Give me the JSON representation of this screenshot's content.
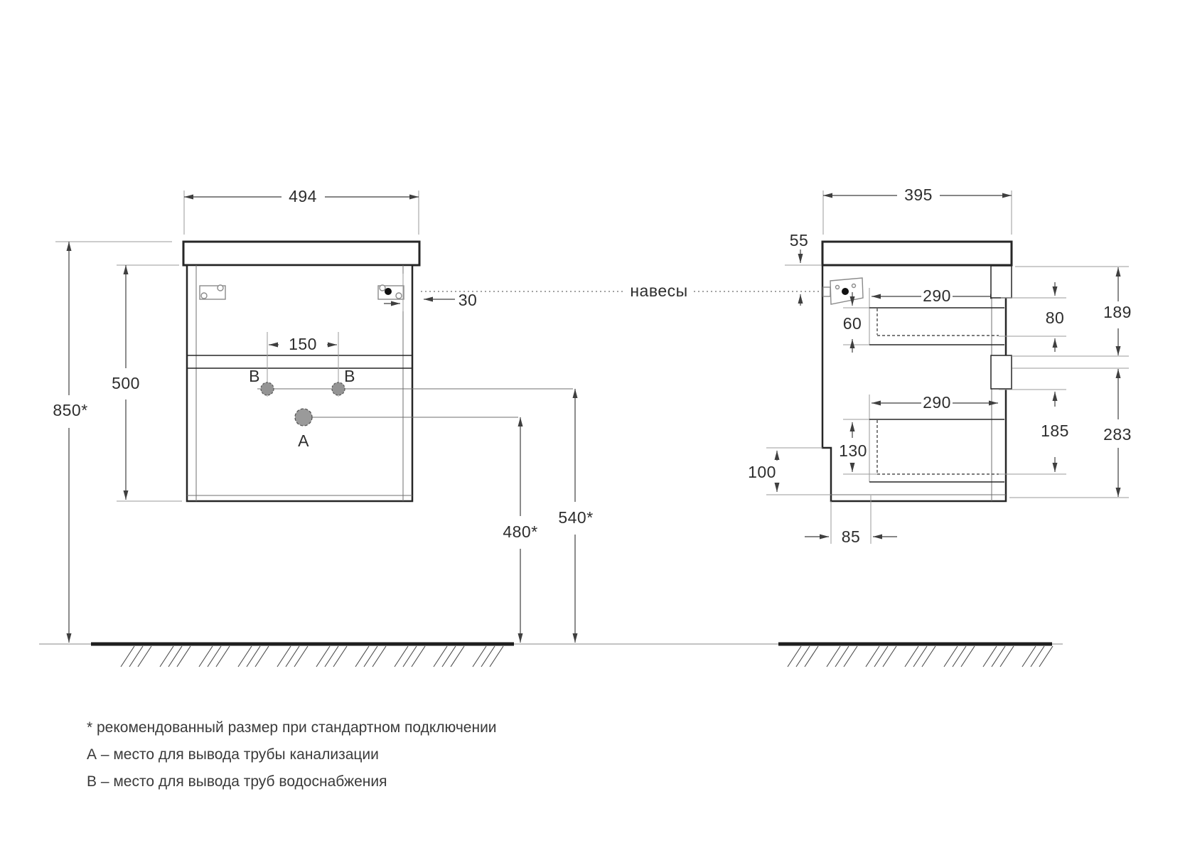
{
  "front": {
    "dim_width": "494",
    "dim_height_total": "850*",
    "dim_height_body": "500",
    "dim_hole_spacing": "150",
    "dim_hanger_offset": "30",
    "dim_drain_height": "480*",
    "dim_water_height": "540*",
    "label_hole_a": "А",
    "label_hole_b_left": "В",
    "label_hole_b_right": "В"
  },
  "side": {
    "dim_depth": "395",
    "dim_top_offset": "55",
    "dim_drawer1_depth": "290",
    "dim_drawer1_offset": "60",
    "dim_drawer1_front": "80",
    "dim_top_section": "189",
    "dim_drawer2_depth": "290",
    "dim_drawer2_height": "130",
    "dim_drawer2_front": "185",
    "dim_bottom_section": "283",
    "dim_recess_height": "100",
    "dim_recess_width": "85"
  },
  "callout": {
    "hangers": "навесы"
  },
  "notes": {
    "star": "* рекомендованный размер при стандартном подключении",
    "a": "А – место для вывода трубы канализации",
    "b": "В – место для вывода труб водоснабжения"
  },
  "colors": {
    "ink": "#262626",
    "dimension": "#3f3f3f",
    "extension": "#9a9a9a",
    "hole_fill": "#949494",
    "floor": "#1f1f1f"
  }
}
